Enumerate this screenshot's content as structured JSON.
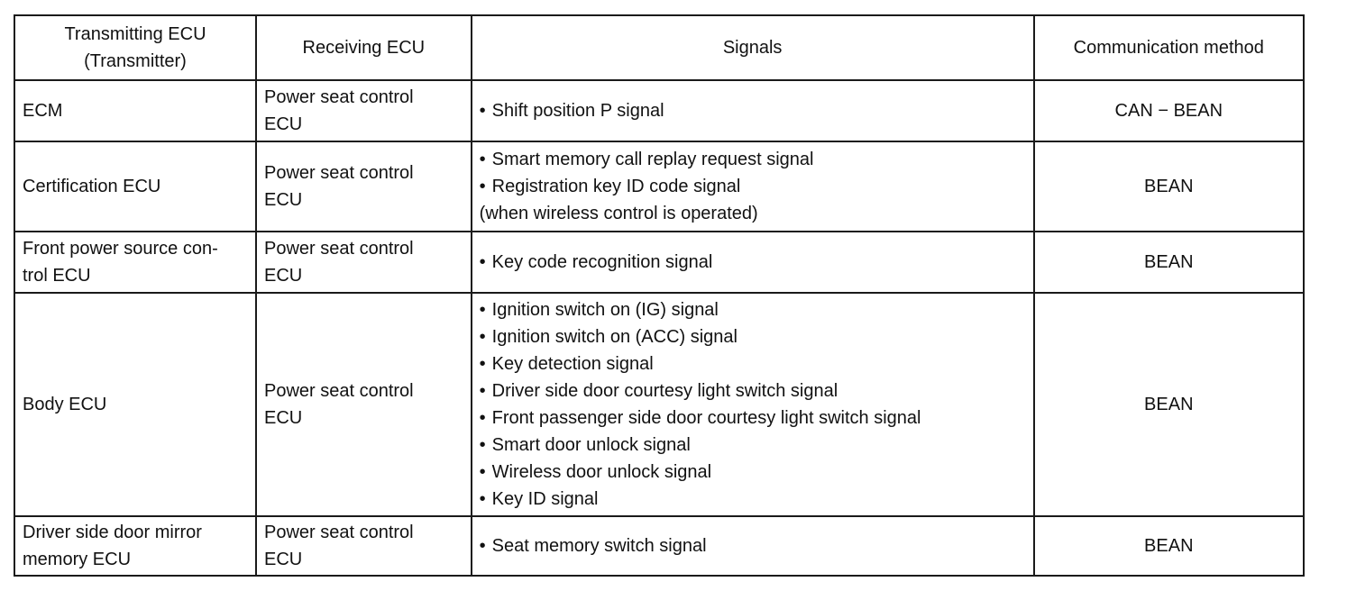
{
  "table": {
    "headers": {
      "transmitter_line1": "Transmitting ECU",
      "transmitter_line2": "(Transmitter)",
      "receiver": "Receiving ECU",
      "signals": "Signals",
      "method": "Communication method"
    },
    "rows": [
      {
        "transmitter_line1": "ECM",
        "transmitter_line2": "",
        "receiver_line1": "Power seat control",
        "receiver_line2": "ECU",
        "bullet": "•",
        "signals": [
          "Shift position P signal"
        ],
        "signal_note": "",
        "method": "CAN − BEAN"
      },
      {
        "transmitter_line1": "Certification ECU",
        "transmitter_line2": "",
        "receiver_line1": "Power seat control",
        "receiver_line2": "ECU",
        "bullet": "•",
        "signals": [
          "Smart memory call replay request signal",
          "Registration key ID code signal"
        ],
        "signal_note": "(when wireless control is operated)",
        "method": "BEAN"
      },
      {
        "transmitter_line1": "Front power source con-",
        "transmitter_line2": "trol ECU",
        "receiver_line1": "Power seat control",
        "receiver_line2": "ECU",
        "bullet": "•",
        "signals": [
          "Key code recognition signal"
        ],
        "signal_note": "",
        "method": "BEAN"
      },
      {
        "transmitter_line1": "Body ECU",
        "transmitter_line2": "",
        "receiver_line1": "Power seat control",
        "receiver_line2": "ECU",
        "bullet": "•",
        "signals": [
          "Ignition switch on (IG) signal",
          "Ignition switch on (ACC) signal",
          "Key detection signal",
          "Driver side door courtesy light switch signal",
          "Front passenger side door courtesy light switch signal",
          "Smart door unlock signal",
          "Wireless door unlock signal",
          "Key ID signal"
        ],
        "signal_note": "",
        "method": "BEAN"
      },
      {
        "transmitter_line1": "Driver side door mirror",
        "transmitter_line2": "memory ECU",
        "receiver_line1": "Power seat control",
        "receiver_line2": "ECU",
        "bullet": "•",
        "signals": [
          "Seat memory switch signal"
        ],
        "signal_note": "",
        "method": "BEAN"
      }
    ]
  }
}
